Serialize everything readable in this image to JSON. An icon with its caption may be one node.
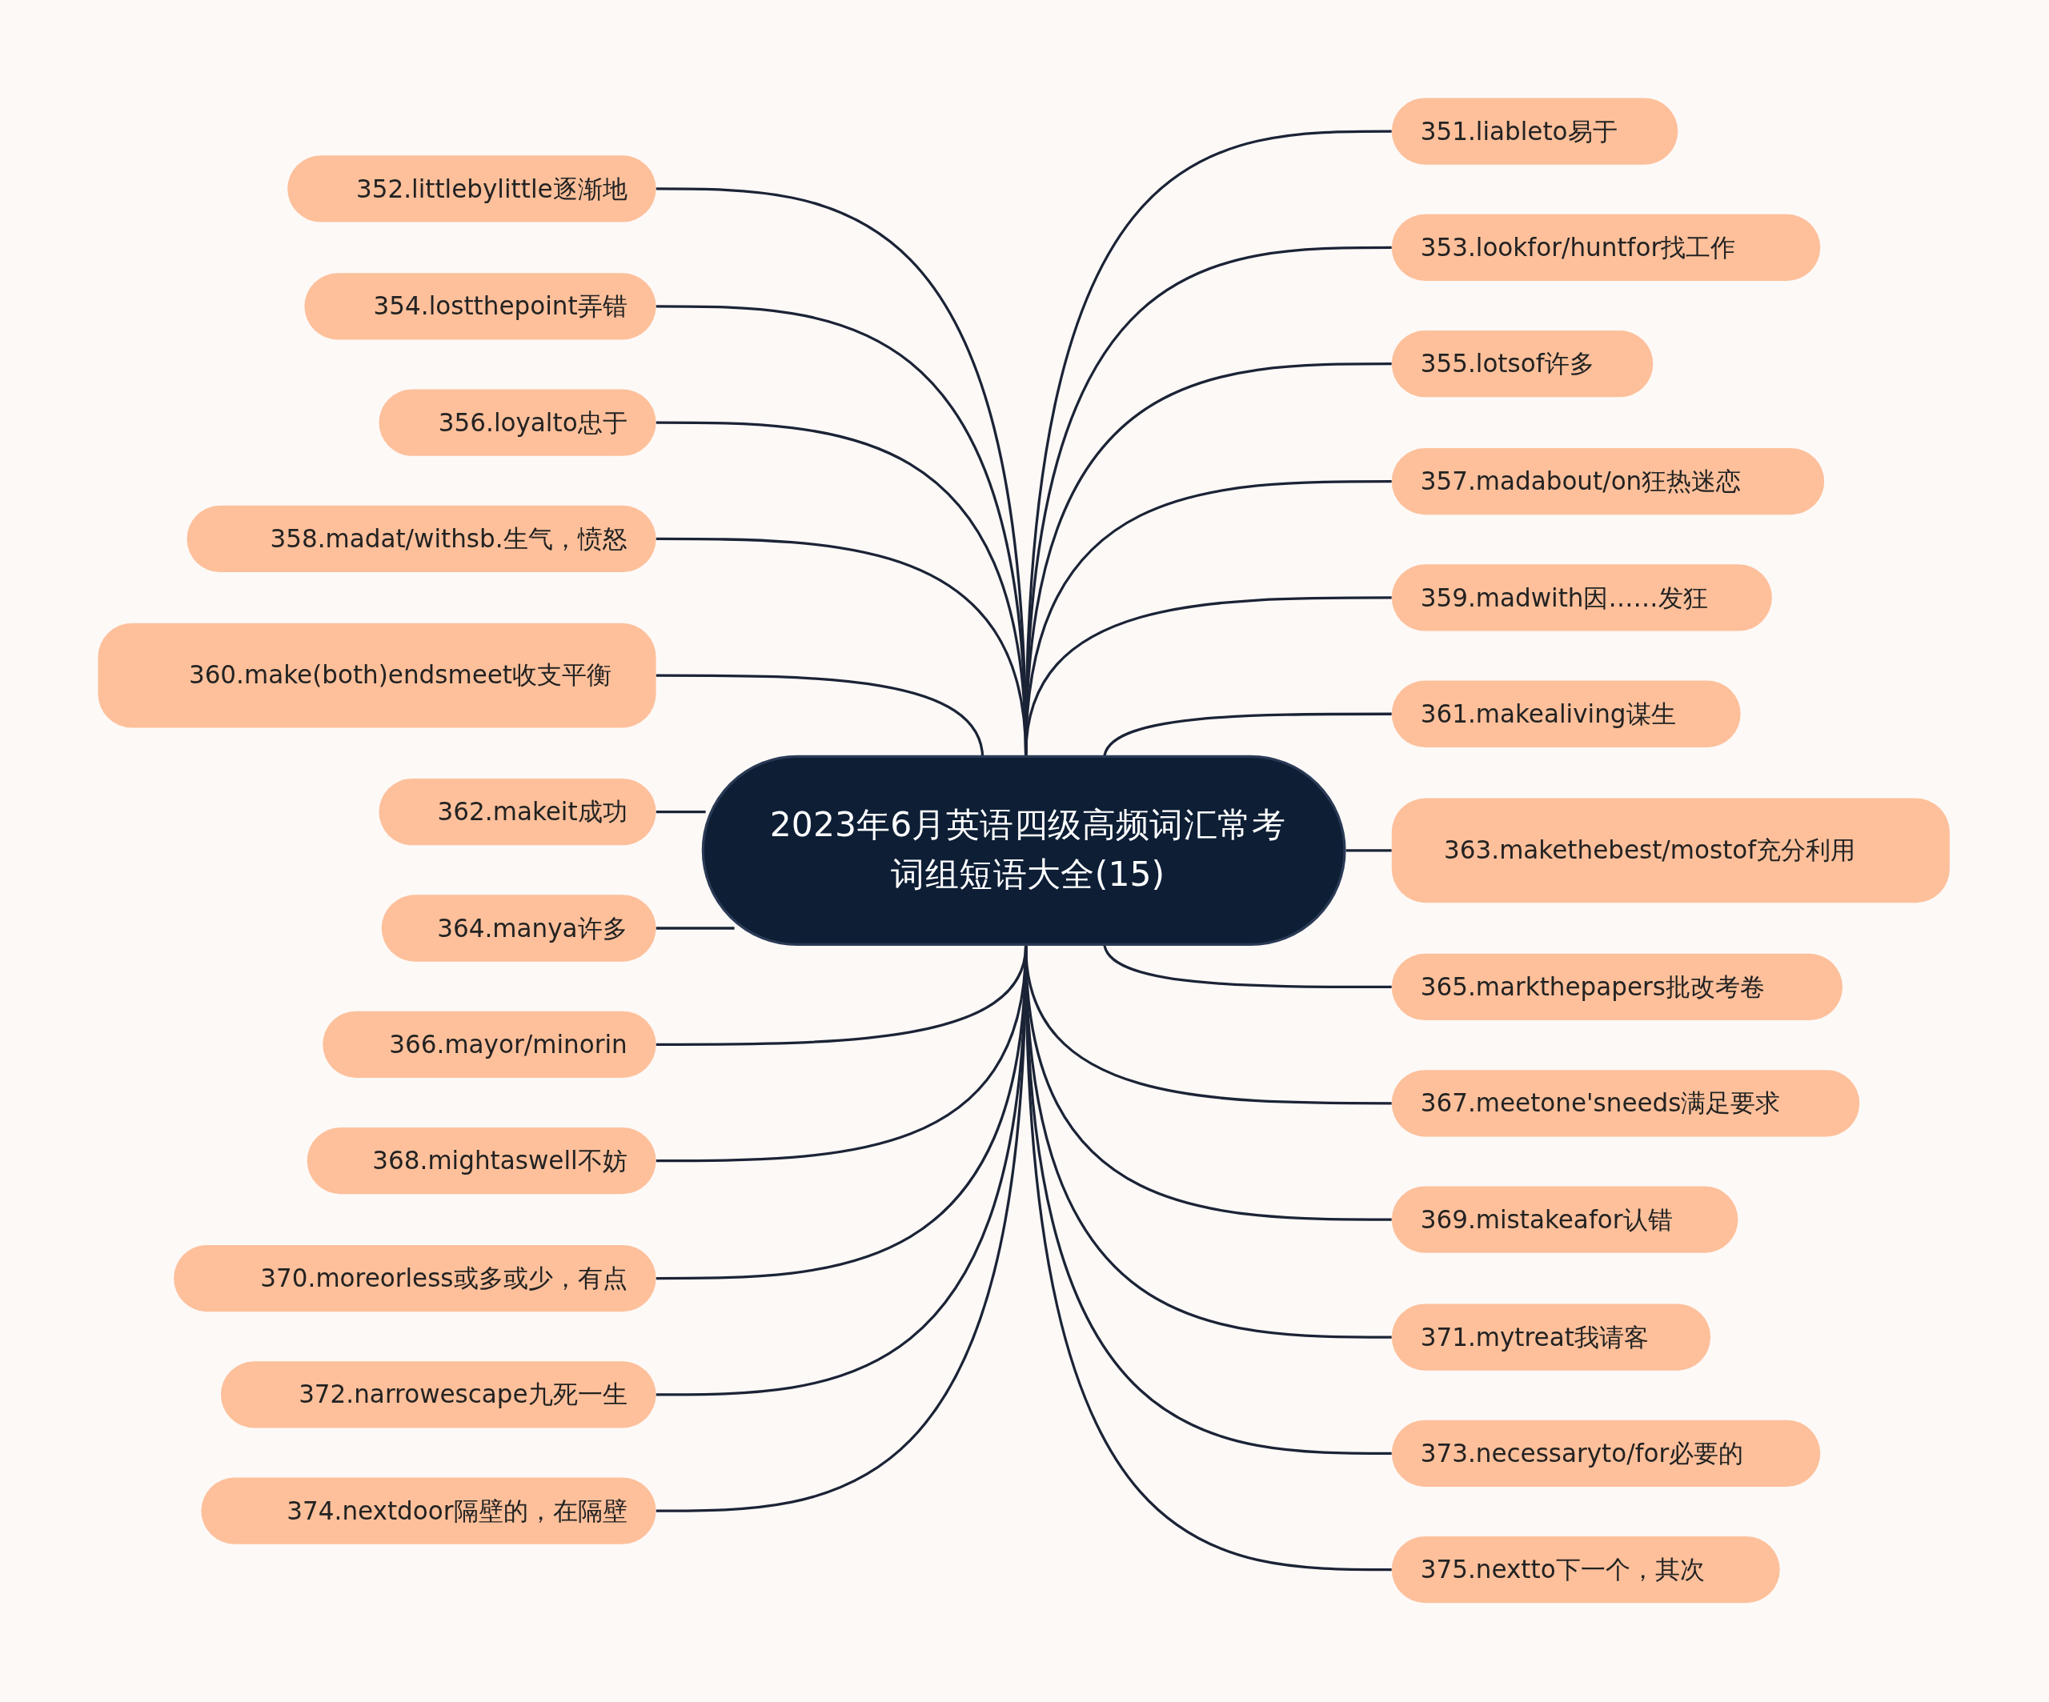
{
  "diagram": {
    "nodes": [
      {
        "text": [
          "2023年6月英语四级高频词汇常考词组短语大全(15)"
        ]
      },
      {
        "text": [
          "351.liableto易于"
        ]
      },
      {
        "text": [
          "352.littlebylittle逐渐地"
        ]
      },
      {
        "text": [
          "353.lookfor/huntfor找工作"
        ]
      },
      {
        "text": [
          "354.lostthepoint弄错"
        ]
      },
      {
        "text": [
          "355.lotsof许多"
        ]
      },
      {
        "text": [
          "356.loyalto忠于"
        ]
      },
      {
        "text": [
          "357.madabout/on狂热迷恋"
        ]
      },
      {
        "text": [
          "358.madat/withsb.生气，愤怒"
        ]
      },
      {
        "text": [
          "359.madwith因……发狂"
        ]
      },
      {
        "text": [
          "360.make(both)endsmeet收支平衡"
        ]
      },
      {
        "text": [
          "361.makealiving谋生"
        ]
      },
      {
        "text": [
          "362.makeit成功"
        ]
      },
      {
        "text": [
          "363.makethebest/mostof充分利用"
        ]
      },
      {
        "text": [
          "364.manya许多"
        ]
      },
      {
        "text": [
          "365.markthepapers批改考卷"
        ]
      },
      {
        "text": [
          "366.mayor/minorin"
        ]
      },
      {
        "text": [
          "367.meetone'sneeds满足要求"
        ]
      },
      {
        "text": [
          "368.mightaswell不妨"
        ]
      },
      {
        "text": [
          "369.mistakeafor认错"
        ]
      },
      {
        "text": [
          "370.moreorless或多或少，有点"
        ]
      },
      {
        "text": [
          "371.mytreat我请客"
        ]
      },
      {
        "text": [
          "372.narrowescape九死一生"
        ]
      },
      {
        "text": [
          "373.necessaryto/for必要的"
        ]
      },
      {
        "text": [
          "374.nextdoor隔壁的，在隔壁"
        ]
      },
      {
        "text": [
          "375.nextto下一个，其次"
        ]
      }
    ],
    "edges": [
      {
        "from": 0,
        "to": 1,
        "arrow": "none"
      },
      {
        "from": 0,
        "to": 2,
        "arrow": "none"
      },
      {
        "from": 0,
        "to": 3,
        "arrow": "none"
      },
      {
        "from": 0,
        "to": 4,
        "arrow": "none"
      },
      {
        "from": 0,
        "to": 5,
        "arrow": "none"
      },
      {
        "from": 0,
        "to": 6,
        "arrow": "none"
      },
      {
        "from": 0,
        "to": 7,
        "arrow": "none"
      },
      {
        "from": 0,
        "to": 8,
        "arrow": "none"
      },
      {
        "from": 0,
        "to": 9,
        "arrow": "none"
      },
      {
        "from": 0,
        "to": 10,
        "arrow": "none"
      },
      {
        "from": 0,
        "to": 11,
        "arrow": "none"
      },
      {
        "from": 0,
        "to": 12,
        "arrow": "none"
      },
      {
        "from": 0,
        "to": 13,
        "arrow": "none"
      },
      {
        "from": 0,
        "to": 14,
        "arrow": "none"
      },
      {
        "from": 0,
        "to": 15,
        "arrow": "none"
      },
      {
        "from": 0,
        "to": 16,
        "arrow": "none"
      },
      {
        "from": 0,
        "to": 17,
        "arrow": "none"
      },
      {
        "from": 0,
        "to": 18,
        "arrow": "none"
      },
      {
        "from": 0,
        "to": 19,
        "arrow": "none"
      },
      {
        "from": 0,
        "to": 20,
        "arrow": "none"
      },
      {
        "from": 0,
        "to": 21,
        "arrow": "none"
      },
      {
        "from": 0,
        "to": 22,
        "arrow": "none"
      },
      {
        "from": 0,
        "to": 23,
        "arrow": "none"
      },
      {
        "from": 0,
        "to": 24,
        "arrow": "none"
      },
      {
        "from": 0,
        "to": 25,
        "arrow": "none"
      }
    ]
  }
}
